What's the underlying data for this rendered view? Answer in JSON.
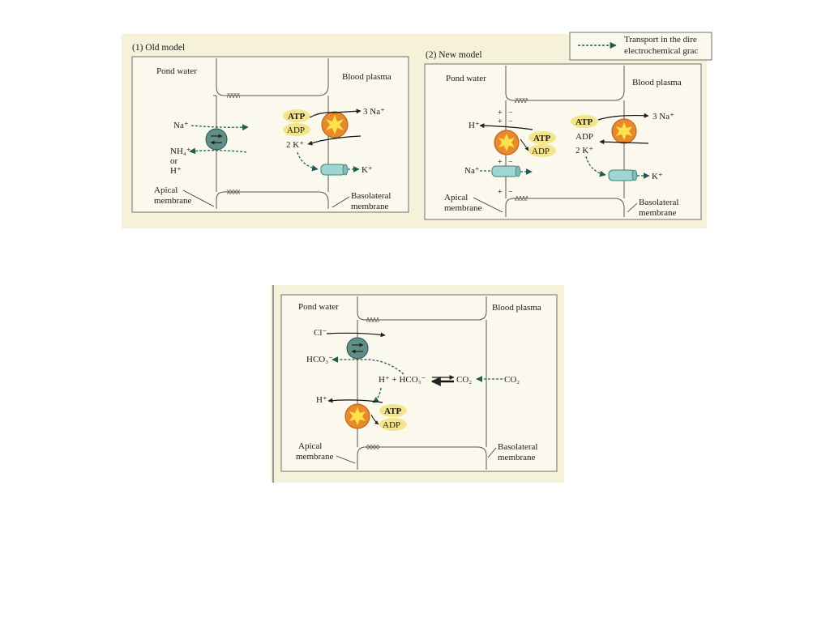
{
  "colors": {
    "paper": "#f6f2da",
    "panel": "#fbf9ee",
    "border": "#6f6f6f",
    "arrow_green": "#1e5e4a",
    "pump_orange": "#e8892a",
    "pump_star": "#ffe14a",
    "atp_bubble": "#f4e58a",
    "antiporter": "#5f8f86",
    "channel": "#9fd6d2"
  },
  "top": {
    "legend": {
      "text_line1": "Transport in the dire",
      "text_line2": "electrochemical grac"
    },
    "old_model": {
      "title": "(1) Old model",
      "pond_water": "Pond water",
      "blood_plasma": "Blood plasma",
      "na_in": "Na⁺",
      "nh4": "NH₄⁺",
      "or": "or",
      "h_plus": "H⁺",
      "atp": "ATP",
      "adp": "ADP",
      "three_na": "3 Na⁺",
      "two_k": "2 K⁺",
      "k_out": "K⁺",
      "apical_line1": "Apical",
      "apical_line2": "membrane",
      "baso_line1": "Basolateral",
      "baso_line2": "membrane"
    },
    "new_model": {
      "title": "(2) New model",
      "pond_water": "Pond water",
      "blood_plasma": "Blood plasma",
      "h_plus": "H⁺",
      "na_in": "Na⁺",
      "atp_left": "ATP",
      "adp_left": "ADP",
      "atp_right": "ATP",
      "adp_right": "ADP",
      "three_na": "3 Na⁺",
      "two_k": "2 K⁺",
      "k_out": "K⁺",
      "plus": "+",
      "minus": "−",
      "apical_line1": "Apical",
      "apical_line2": "membrane",
      "baso_line1": "Basolateral",
      "baso_line2": "membrane"
    }
  },
  "bottom": {
    "pond_water": "Pond water",
    "blood_plasma": "Blood plasma",
    "cl": "Cl⁻",
    "hco3": "HCO₃⁻",
    "reaction_left": "H⁺ + HCO₃⁻",
    "co2_in": "CO₂",
    "co2_out": "CO₂",
    "h_plus": "H⁺",
    "atp": "ATP",
    "adp": "ADP",
    "apical_line1": "Apical",
    "apical_line2": "membrane",
    "baso_line1": "Basolateral",
    "baso_line2": "membrane"
  }
}
